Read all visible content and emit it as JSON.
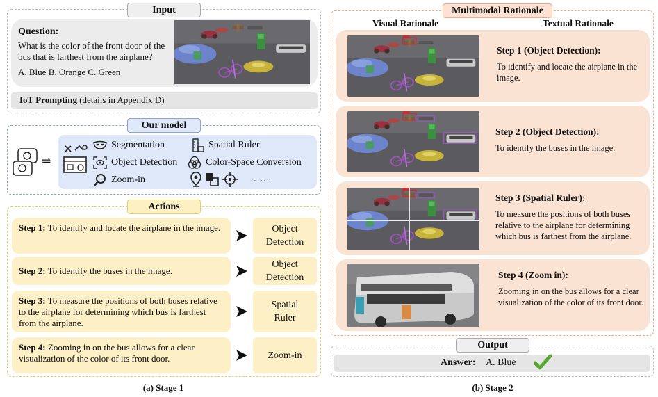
{
  "input": {
    "tab": "Input",
    "question_label": "Question:",
    "question_text": "What is the color of the front door of the bus that is farthest from the airplane?",
    "options": "A. Blue B. Orange C. Green",
    "iot_bold": "IoT Prompting",
    "iot_rest": " (details in Appendix D)"
  },
  "model": {
    "tab": "Our model",
    "tools": [
      "Segmentation",
      "Spatial Ruler",
      "Object Detection",
      "Color-Space Conversion",
      "Zoom-in"
    ],
    "more": "……"
  },
  "actions": {
    "tab": "Actions",
    "steps": [
      {
        "label": "Step 1:",
        "text": " To identify and locate the airplane in the image.",
        "action": "Object Detection"
      },
      {
        "label": "Step 2:",
        "text": " To identify the buses in the image.",
        "action": "Object Detection"
      },
      {
        "label": "Step 3:",
        "text": " To measure the positions of both buses relative to the airplane for determining which bus is farthest from the airplane.",
        "action": "Spatial Ruler"
      },
      {
        "label": "Step 4:",
        "text": " Zooming in on the bus allows for a clear visualization of the color of its front door.",
        "action": "Zoom-in"
      }
    ]
  },
  "rationale": {
    "tab": "Multimodal Rationale",
    "col_visual": "Visual Rationale",
    "col_textual": "Textual Rationale",
    "steps": [
      {
        "title": "Step 1 (Object Detection):",
        "text": "To identify and locate the airplane in the image."
      },
      {
        "title": "Step 2 (Object Detection):",
        "text": "To identify the buses in the image."
      },
      {
        "title": "Step 3 (Spatial Ruler):",
        "text": "To measure the positions of both buses relative to the airplane for determining which bus is farthest from the airplane."
      },
      {
        "title": "Step 4 (Zoom in):",
        "text": "Zooming in on the bus allows for a clear visualization of the color of its front door."
      }
    ]
  },
  "output": {
    "tab": "Output",
    "answer_label": "Answer:",
    "answer_value": "A. Blue"
  },
  "captions": {
    "stage1": "(a) Stage 1",
    "stage2": "(b) Stage 2"
  },
  "colors": {
    "check": "#5aa832",
    "detect_red": "#d0282e",
    "detect_purple": "#9a52c8"
  }
}
